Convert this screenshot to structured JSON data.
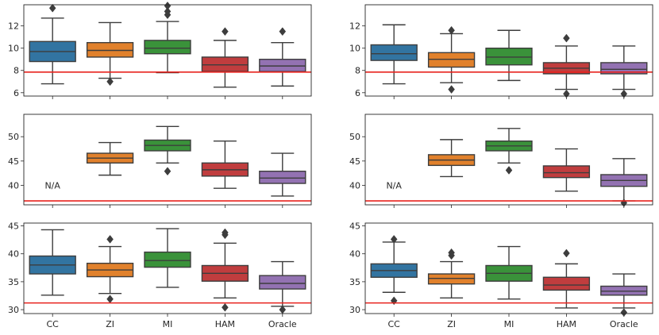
{
  "palette": {
    "CC": "#3274a1",
    "ZI": "#e1812c",
    "MI": "#3a923a",
    "HAM": "#c03d3e",
    "Oracle": "#9372b2",
    "reference_line": "#e8231e",
    "box_edge": "#3d3d3d"
  },
  "chart_data": [
    {
      "type": "box",
      "categories": [
        "CC",
        "ZI",
        "MI",
        "HAM",
        "Oracle"
      ],
      "ylim": [
        5.7,
        13.9
      ],
      "yticks": [
        6,
        8,
        10,
        12
      ],
      "show_xlabels": false,
      "reference_line": 7.85,
      "boxes": [
        {
          "category": "CC",
          "whislo": 6.8,
          "q1": 8.8,
          "med": 9.7,
          "q3": 10.6,
          "whishi": 12.7,
          "fliers": [
            13.6
          ]
        },
        {
          "category": "ZI",
          "whislo": 7.3,
          "q1": 9.2,
          "med": 9.8,
          "q3": 10.5,
          "whishi": 12.3,
          "fliers": [
            7.0
          ]
        },
        {
          "category": "MI",
          "whislo": 7.8,
          "q1": 9.5,
          "med": 10.0,
          "q3": 10.7,
          "whishi": 12.4,
          "fliers": [
            13.0,
            13.3,
            13.8
          ]
        },
        {
          "category": "HAM",
          "whislo": 6.5,
          "q1": 7.9,
          "med": 8.5,
          "q3": 9.2,
          "whishi": 10.7,
          "fliers": [
            11.5
          ]
        },
        {
          "category": "Oracle",
          "whislo": 6.6,
          "q1": 7.9,
          "med": 8.4,
          "q3": 9.0,
          "whishi": 10.5,
          "fliers": [
            11.5
          ]
        }
      ]
    },
    {
      "type": "box",
      "categories": [
        "CC",
        "ZI",
        "MI",
        "HAM",
        "Oracle"
      ],
      "ylim": [
        5.7,
        13.9
      ],
      "yticks": [
        6,
        8,
        10,
        12
      ],
      "show_xlabels": false,
      "reference_line": 7.85,
      "boxes": [
        {
          "category": "CC",
          "whislo": 6.8,
          "q1": 8.9,
          "med": 9.5,
          "q3": 10.3,
          "whishi": 12.1,
          "fliers": []
        },
        {
          "category": "ZI",
          "whislo": 6.9,
          "q1": 8.3,
          "med": 9.0,
          "q3": 9.6,
          "whishi": 11.3,
          "fliers": [
            11.6,
            6.3
          ]
        },
        {
          "category": "MI",
          "whislo": 7.1,
          "q1": 8.5,
          "med": 9.2,
          "q3": 10.0,
          "whishi": 11.6,
          "fliers": []
        },
        {
          "category": "HAM",
          "whislo": 6.3,
          "q1": 7.7,
          "med": 8.2,
          "q3": 8.7,
          "whishi": 10.2,
          "fliers": [
            10.9,
            5.9
          ]
        },
        {
          "category": "Oracle",
          "whislo": 6.3,
          "q1": 7.7,
          "med": 8.1,
          "q3": 8.7,
          "whishi": 10.2,
          "fliers": [
            5.9
          ]
        }
      ]
    },
    {
      "type": "box",
      "categories": [
        "CC",
        "ZI",
        "MI",
        "HAM",
        "Oracle"
      ],
      "ylim": [
        36.0,
        54.6
      ],
      "yticks": [
        40,
        45,
        50
      ],
      "show_xlabels": false,
      "reference_line": 36.8,
      "na_label": "N/A",
      "boxes": [
        {
          "category": "ZI",
          "whislo": 42.1,
          "q1": 44.6,
          "med": 45.6,
          "q3": 46.6,
          "whishi": 48.8,
          "fliers": []
        },
        {
          "category": "MI",
          "whislo": 44.6,
          "q1": 47.1,
          "med": 48.2,
          "q3": 49.3,
          "whishi": 52.1,
          "fliers": [
            42.9
          ]
        },
        {
          "category": "HAM",
          "whislo": 39.4,
          "q1": 41.9,
          "med": 43.2,
          "q3": 44.6,
          "whishi": 49.1,
          "fliers": []
        },
        {
          "category": "Oracle",
          "whislo": 37.8,
          "q1": 40.4,
          "med": 41.5,
          "q3": 42.9,
          "whishi": 46.6,
          "fliers": []
        }
      ]
    },
    {
      "type": "box",
      "categories": [
        "CC",
        "ZI",
        "MI",
        "HAM",
        "Oracle"
      ],
      "ylim": [
        36.0,
        54.6
      ],
      "yticks": [
        40,
        45,
        50
      ],
      "show_xlabels": false,
      "reference_line": 36.8,
      "na_label": "N/A",
      "boxes": [
        {
          "category": "ZI",
          "whislo": 41.8,
          "q1": 44.1,
          "med": 45.2,
          "q3": 46.3,
          "whishi": 49.4,
          "fliers": []
        },
        {
          "category": "MI",
          "whislo": 44.6,
          "q1": 47.1,
          "med": 48.1,
          "q3": 49.1,
          "whishi": 51.7,
          "fliers": [
            43.1
          ]
        },
        {
          "category": "HAM",
          "whislo": 38.8,
          "q1": 41.6,
          "med": 42.6,
          "q3": 44.0,
          "whishi": 47.5,
          "fliers": []
        },
        {
          "category": "Oracle",
          "whislo": 36.8,
          "q1": 39.8,
          "med": 41.0,
          "q3": 42.2,
          "whishi": 45.5,
          "fliers": [
            36.4
          ]
        }
      ]
    },
    {
      "type": "box",
      "categories": [
        "CC",
        "ZI",
        "MI",
        "HAM",
        "Oracle"
      ],
      "ylim": [
        29.3,
        45.5
      ],
      "yticks": [
        30,
        35,
        40,
        45
      ],
      "show_xlabels": true,
      "reference_line": 31.2,
      "boxes": [
        {
          "category": "CC",
          "whislo": 32.6,
          "q1": 36.4,
          "med": 38.0,
          "q3": 39.6,
          "whishi": 44.3,
          "fliers": []
        },
        {
          "category": "ZI",
          "whislo": 32.9,
          "q1": 35.9,
          "med": 37.1,
          "q3": 38.3,
          "whishi": 41.3,
          "fliers": [
            42.6,
            31.9
          ]
        },
        {
          "category": "MI",
          "whislo": 34.0,
          "q1": 37.6,
          "med": 38.8,
          "q3": 40.3,
          "whishi": 44.5,
          "fliers": []
        },
        {
          "category": "HAM",
          "whislo": 32.1,
          "q1": 35.1,
          "med": 36.5,
          "q3": 37.9,
          "whishi": 41.9,
          "fliers": [
            43.4,
            43.8,
            30.4
          ]
        },
        {
          "category": "Oracle",
          "whislo": 30.6,
          "q1": 33.7,
          "med": 34.7,
          "q3": 36.1,
          "whishi": 38.6,
          "fliers": [
            30.0
          ]
        }
      ]
    },
    {
      "type": "box",
      "categories": [
        "CC",
        "ZI",
        "MI",
        "HAM",
        "Oracle"
      ],
      "ylim": [
        29.3,
        45.5
      ],
      "yticks": [
        30,
        35,
        40,
        45
      ],
      "show_xlabels": true,
      "reference_line": 31.2,
      "boxes": [
        {
          "category": "CC",
          "whislo": 33.1,
          "q1": 35.8,
          "med": 37.0,
          "q3": 38.2,
          "whishi": 42.1,
          "fliers": [
            42.6,
            31.6
          ]
        },
        {
          "category": "ZI",
          "whislo": 32.1,
          "q1": 34.6,
          "med": 35.6,
          "q3": 36.4,
          "whishi": 38.6,
          "fliers": [
            39.7,
            40.2
          ]
        },
        {
          "category": "MI",
          "whislo": 31.9,
          "q1": 35.1,
          "med": 36.5,
          "q3": 37.9,
          "whishi": 41.3,
          "fliers": []
        },
        {
          "category": "HAM",
          "whislo": 30.3,
          "q1": 33.5,
          "med": 34.4,
          "q3": 35.8,
          "whishi": 38.2,
          "fliers": [
            40.1
          ]
        },
        {
          "category": "Oracle",
          "whislo": 30.3,
          "q1": 32.6,
          "med": 33.3,
          "q3": 34.2,
          "whishi": 36.4,
          "fliers": [
            29.5
          ]
        }
      ]
    }
  ]
}
